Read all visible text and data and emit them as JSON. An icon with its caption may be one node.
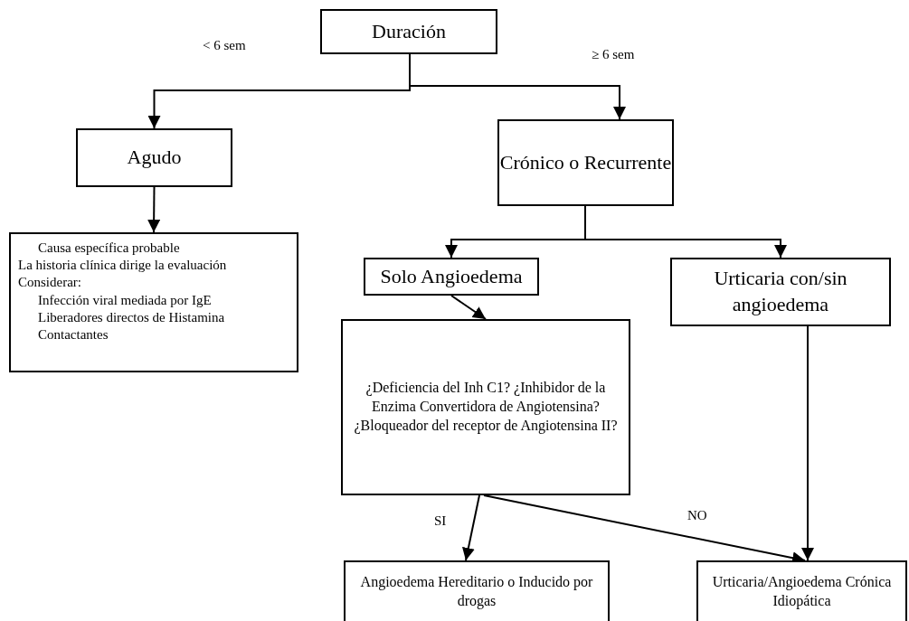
{
  "diagram": {
    "nodes": [
      {
        "text": [
          "Duración"
        ]
      },
      {
        "text": [
          "Agudo"
        ]
      },
      {
        "text": [
          "Causa específica probable",
          "La historia clínica dirige la evaluación",
          "Considerar:",
          "Infección viral mediada por IgE",
          "Liberadores directos de Histamina",
          "Contactantes"
        ]
      },
      {
        "text": [
          "Crónico o Recurrente"
        ]
      },
      {
        "text": [
          "Solo Angioedema"
        ]
      },
      {
        "text": [
          "Urticaria con/sin angioedema"
        ]
      },
      {
        "text": [
          "¿Deficiencia del Inh C1? ¿Inhibidor de la Enzima Convertidora de Angiotensina? ¿Bloqueador del receptor de Angiotensina II?"
        ]
      },
      {
        "text": [
          "Angioedema Hereditario o Inducido por drogas"
        ]
      },
      {
        "text": [
          "Urticaria/Angioedema Crónica Idiopática"
        ]
      }
    ],
    "edges": [
      {
        "from": 0,
        "to": 1,
        "arrow": "to",
        "label": "< 6 sem"
      },
      {
        "from": 0,
        "to": 3,
        "arrow": "to",
        "label": "≥ 6 sem"
      },
      {
        "from": 1,
        "to": 2,
        "arrow": "to"
      },
      {
        "from": 3,
        "to": 4,
        "arrow": "to"
      },
      {
        "from": 3,
        "to": 5,
        "arrow": "to"
      },
      {
        "from": 4,
        "to": 6,
        "arrow": "to"
      },
      {
        "from": 6,
        "to": 7,
        "arrow": "to",
        "label": "SI"
      },
      {
        "from": 6,
        "to": 8,
        "arrow": "to",
        "label": "NO"
      },
      {
        "from": 5,
        "to": 8,
        "arrow": "to"
      }
    ]
  }
}
